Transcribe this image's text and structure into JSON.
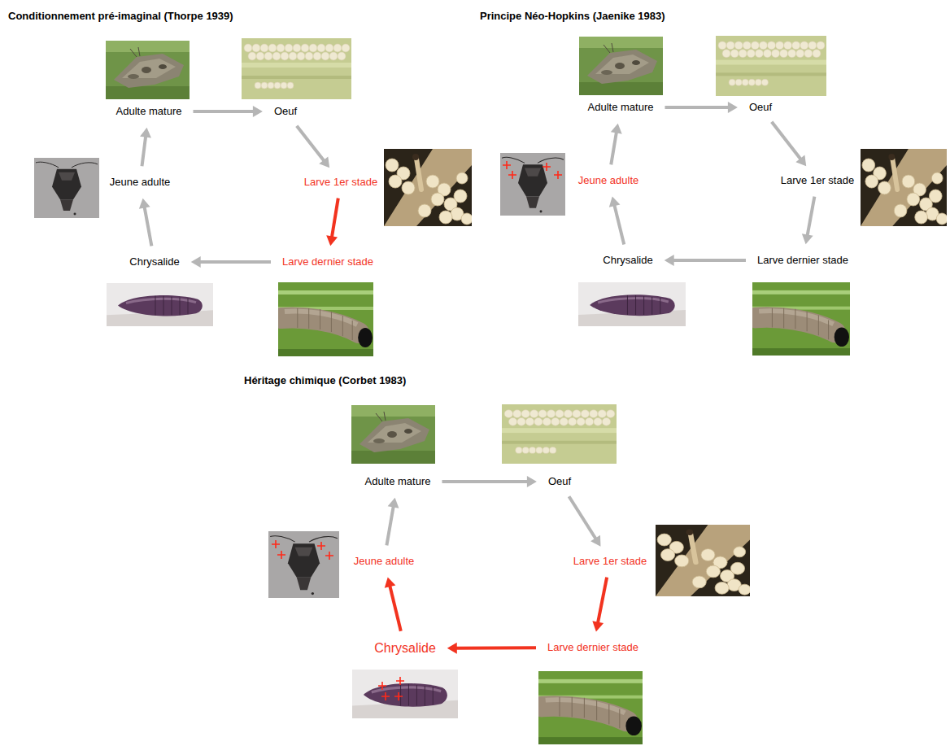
{
  "diagram": {
    "nodes": [
      {
        "text": [
          "Adulte mature"
        ]
      },
      {
        "text": [
          "Oeuf"
        ]
      },
      {
        "text": [
          "Larve 1er stade"
        ]
      },
      {
        "text": [
          "Larve dernier stade"
        ]
      },
      {
        "text": [
          "Chrysalide"
        ]
      },
      {
        "text": [
          "Jeune adulte"
        ]
      },
      {
        "text": [
          "Adulte mature"
        ]
      },
      {
        "text": [
          "Oeuf"
        ]
      },
      {
        "text": [
          "Larve 1er stade"
        ]
      },
      {
        "text": [
          "Larve dernier stade"
        ]
      },
      {
        "text": [
          "Chrysalide"
        ]
      },
      {
        "text": [
          "Jeune adulte"
        ]
      },
      {
        "text": [
          "Adulte mature"
        ]
      },
      {
        "text": [
          "Oeuf"
        ]
      },
      {
        "text": [
          "Larve 1er stade"
        ]
      },
      {
        "text": [
          "Larve dernier stade"
        ]
      },
      {
        "text": [
          "Chrysalide"
        ]
      },
      {
        "text": [
          "Jeune adulte"
        ]
      }
    ],
    "edges": [
      {
        "from": 0,
        "to": 1,
        "arrow": "to"
      },
      {
        "from": 1,
        "to": 2,
        "arrow": "to"
      },
      {
        "from": 2,
        "to": 3,
        "arrow": "to"
      },
      {
        "from": 3,
        "to": 4,
        "arrow": "to"
      },
      {
        "from": 4,
        "to": 5,
        "arrow": "to"
      },
      {
        "from": 5,
        "to": 0,
        "arrow": "to"
      },
      {
        "from": 6,
        "to": 7,
        "arrow": "to"
      },
      {
        "from": 7,
        "to": 8,
        "arrow": "to"
      },
      {
        "from": 8,
        "to": 9,
        "arrow": "to"
      },
      {
        "from": 9,
        "to": 10,
        "arrow": "to"
      },
      {
        "from": 10,
        "to": 11,
        "arrow": "to"
      },
      {
        "from": 11,
        "to": 6,
        "arrow": "to"
      },
      {
        "from": 12,
        "to": 13,
        "arrow": "to"
      },
      {
        "from": 13,
        "to": 14,
        "arrow": "to"
      },
      {
        "from": 14,
        "to": 15,
        "arrow": "to"
      },
      {
        "from": 15,
        "to": 16,
        "arrow": "to"
      },
      {
        "from": 16,
        "to": 17,
        "arrow": "to"
      },
      {
        "from": 17,
        "to": 12,
        "arrow": "to"
      }
    ],
    "labels": [
      "Conditionnement pré-imaginal (Thorpe 1939)",
      "Principe Néo-Hopkins (Jaenike 1983)",
      "Héritage chimique (Corbet 1983)"
    ]
  }
}
